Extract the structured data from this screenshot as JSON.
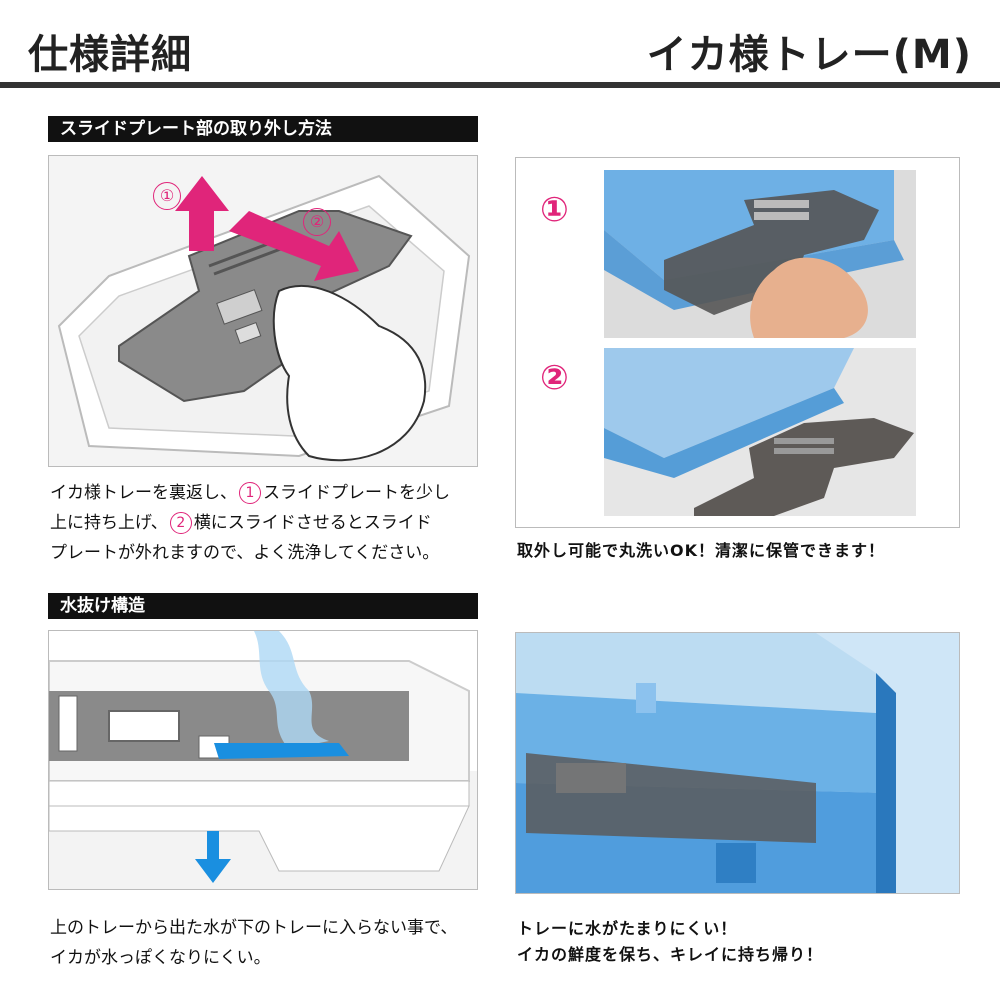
{
  "header": {
    "left_title": "仕様詳細",
    "right_title": "イカ様トレー(M)"
  },
  "section1": {
    "bar_label": "スライドプレート部の取り外し方法",
    "step1_mark": "①",
    "step2_mark": "②",
    "caption_lines": {
      "l1a": "イカ様トレーを裏返し、",
      "l1_num": "1",
      "l1b": "スライドプレートを少し",
      "l2a": "上に持ち上げ、",
      "l2_num": "2",
      "l2b": "横にスライドさせるとスライド",
      "l3": "プレートが外れますので、よく洗浄してください。"
    }
  },
  "photos_right": {
    "step1_mark": "①",
    "step2_mark": "②",
    "caption": "取外し可能で丸洗いOK！清潔に保管できます！"
  },
  "section2": {
    "bar_label": "水抜け構造",
    "caption_line1": "上のトレーから出た水が下のトレーに入らない事で、",
    "caption_line2": "イカが水っぽくなりにくい。"
  },
  "photo_bottom_right": {
    "caption_line1": "トレーに水がたまりにくい！",
    "caption_line2": "イカの鮮度を保ち、キレイに持ち帰り！"
  },
  "colors": {
    "accent_pink": "#e0257a",
    "water_blue": "#1a8fe0",
    "tray_blue": "#4a9fe0",
    "plate_gray": "#6e6e6e"
  }
}
